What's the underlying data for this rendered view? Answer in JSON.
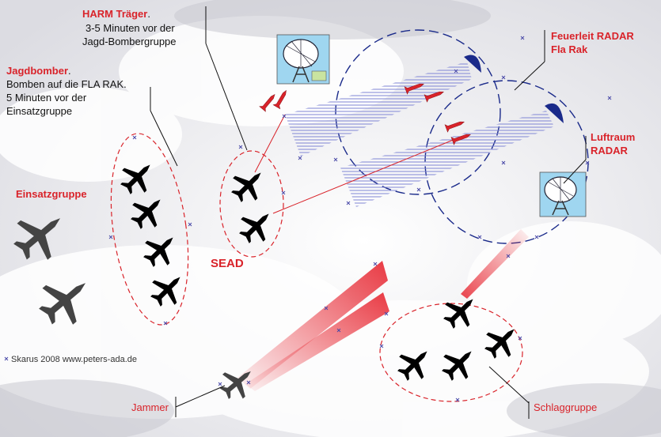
{
  "labels": {
    "harm_title": "HARM Träger",
    "harm_line1": "3-5 Minuten vor der",
    "harm_line2": "Jagd-Bombergruppe",
    "jagd_title": "Jagdbomber",
    "jagd_line1": "Bomben auf die FLA RAK.",
    "jagd_line2": "5 Minuten vor der",
    "jagd_line3": "Einsatzgruppe",
    "einsatz": "Einsatzgruppe",
    "sead": "SEAD",
    "feuerleit_line1": "Feuerleit RADAR",
    "feuerleit_line2": "Fla Rak",
    "luftraum_line1": "Luftraum",
    "luftraum_line2": "RADAR",
    "jammer": "Jammer",
    "schlag": "Schlaggruppe",
    "credit": "Skarus 2008 www.peters-ada.de"
  },
  "colors": {
    "label_red": "#d9232a",
    "circle_red": "#d9232a",
    "circle_blue": "#1a2a8a",
    "beam_blue": "#8a90d8",
    "beam_red": "#e8303a",
    "plane_black": "#000000",
    "plane_gray": "#444444"
  },
  "icons": [
    "fighter-jet-icon",
    "radar-dish-icon",
    "missile-icon",
    "radar-dome-icon"
  ]
}
